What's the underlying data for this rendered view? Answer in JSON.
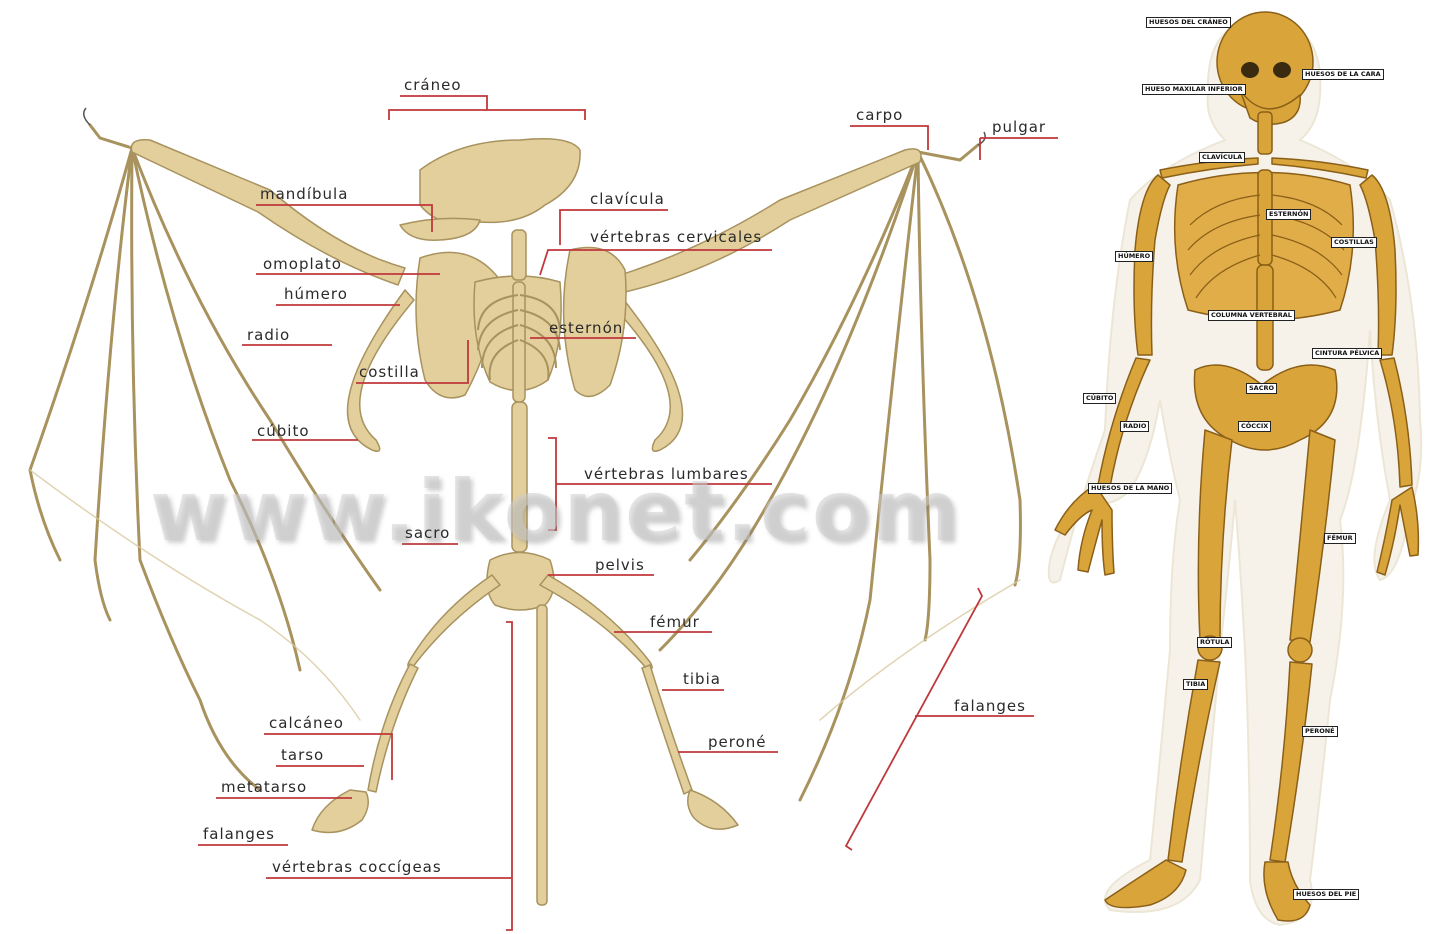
{
  "watermark": "www.ikonet.com",
  "colors": {
    "bat_bone": "#e2cf9c",
    "bat_bone_stroke": "#a8925e",
    "human_bone": "#d9a53a",
    "human_bone_stroke": "#8a5f18",
    "leader_line": "#c0383b",
    "label_text": "#2a2a2a"
  },
  "bat_labels": {
    "craneo": "cráneo",
    "carpo": "carpo",
    "pulgar": "pulgar",
    "mandibula": "mandíbula",
    "clavicula": "clavícula",
    "vertebras_cervicales": "vértebras cervicales",
    "omoplato": "omoplato",
    "humero": "húmero",
    "radio": "radio",
    "esternon": "esternón",
    "costilla": "costilla",
    "cubito": "cúbito",
    "vertebras_lumbares": "vértebras lumbares",
    "sacro": "sacro",
    "pelvis": "pelvis",
    "femur": "fémur",
    "tibia": "tibia",
    "peroné": "peroné",
    "falanges_ala": "falanges",
    "calcaneo": "calcáneo",
    "tarso": "tarso",
    "metatarso": "metatarso",
    "falanges_pie": "falanges",
    "vertebras_coccigeas": "vértebras coccígeas"
  },
  "human_labels": {
    "huesos_craneo": "HUESOS DEL CRÁNEO",
    "huesos_cara": "HUESOS DE LA CARA",
    "maxilar_inferior": "HUESO  MAXILAR INFERIOR",
    "clavicula": "CLAVÍCULA",
    "esternon": "ESTERNÓN",
    "costillas": "COSTILLAS",
    "humero": "HÚMERO",
    "columna": "COLUMNA VERTEBRAL",
    "cintura_pelvica": "CINTURA PÉLVICA",
    "sacro": "SACRO",
    "cubito": "CÚBITO",
    "radio": "RADIO",
    "coccix": "CÓCCIX",
    "huesos_mano": "HUESOS DE LA MANO",
    "femur": "FÉMUR",
    "rotula": "RÓTULA",
    "tibia": "TIBIA",
    "perone": "PERONÉ",
    "huesos_pie": "HUESOS DEL PIE"
  }
}
